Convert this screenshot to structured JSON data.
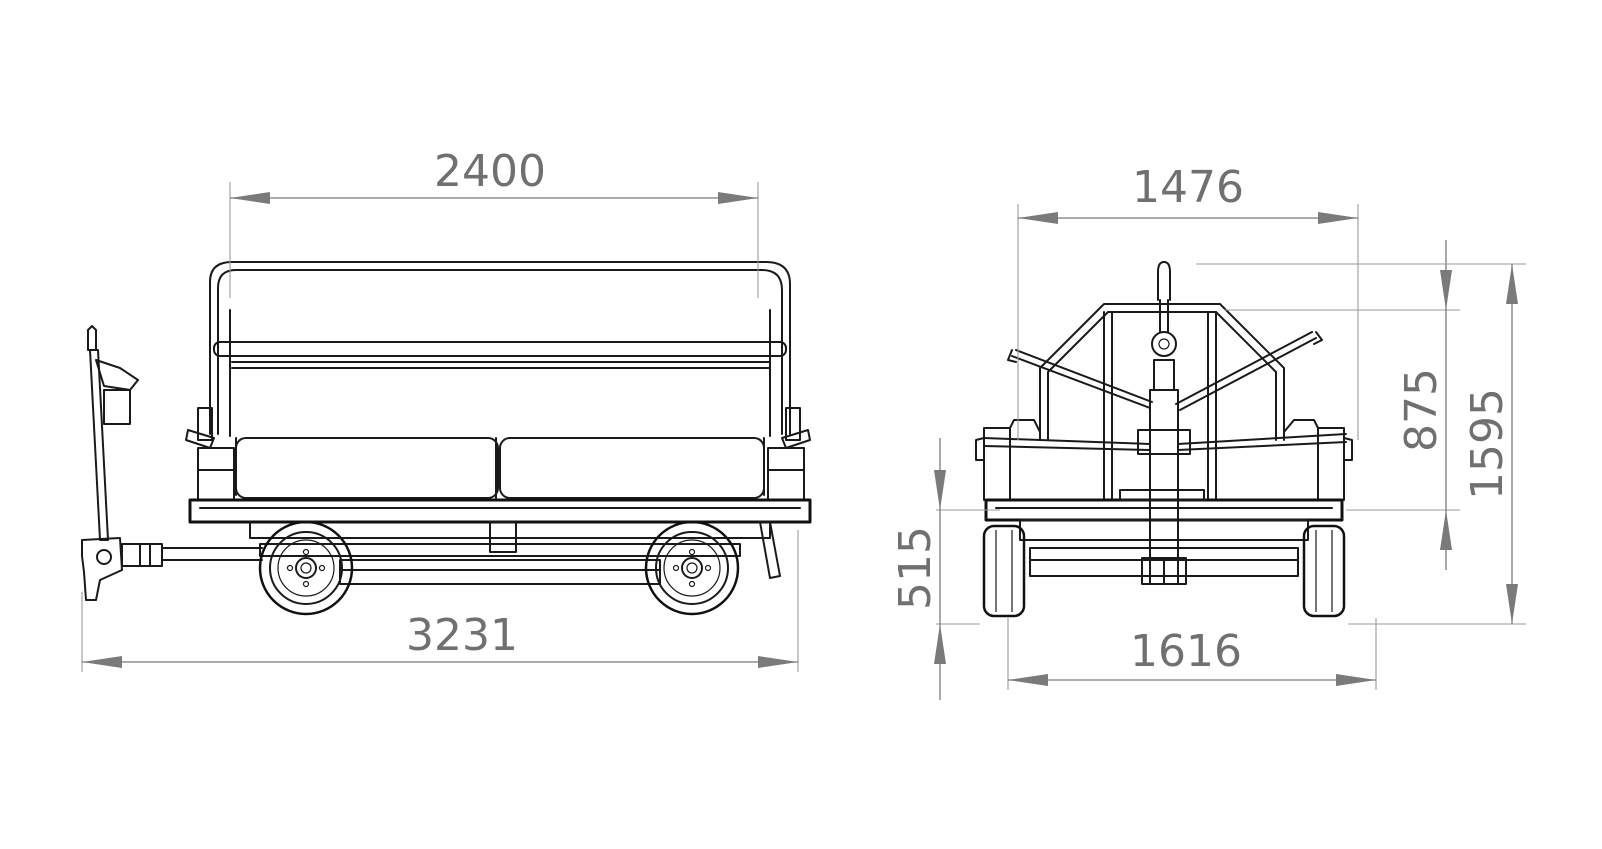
{
  "dimensions": {
    "side_platform_length": "2400",
    "side_overall_length": "3231",
    "front_top_width": "1476",
    "front_wheel_width": "1616",
    "front_platform_height": "515",
    "front_rail_height": "875",
    "front_overall_height": "1595"
  },
  "colors": {
    "line": "#1a1a1a",
    "dimension": "#7a7a7a",
    "background": "#ffffff"
  }
}
